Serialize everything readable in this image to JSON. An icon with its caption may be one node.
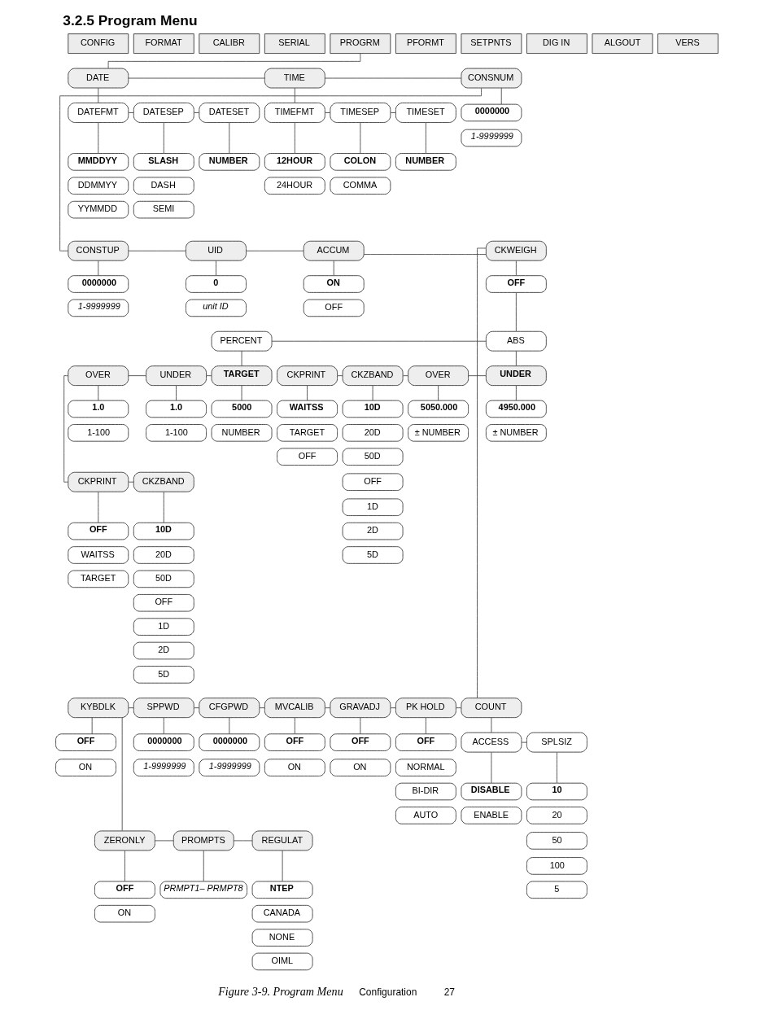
{
  "diagram": {
    "title": "3.2.5 Program Menu",
    "caption": "Figure 3-9. Program Menu",
    "nodes": [
      {
        "text": [
          "CONFIG"
        ]
      },
      {
        "text": [
          "FORMAT"
        ]
      },
      {
        "text": [
          "CALIBR"
        ]
      },
      {
        "text": [
          "SERIAL"
        ]
      },
      {
        "text": [
          "PROGRM"
        ]
      },
      {
        "text": [
          "PFORMT"
        ]
      },
      {
        "text": [
          "SETPNTS"
        ]
      },
      {
        "text": [
          "DIG IN"
        ]
      },
      {
        "text": [
          "ALGOUT"
        ]
      },
      {
        "text": [
          "VERS"
        ]
      },
      {
        "text": [
          "DATE"
        ]
      },
      {
        "text": [
          "TIME"
        ]
      },
      {
        "text": [
          "CONSNUM"
        ]
      },
      {
        "text": [
          "DATEFMT"
        ]
      },
      {
        "text": [
          "DATESEP"
        ]
      },
      {
        "text": [
          "DATESET"
        ]
      },
      {
        "text": [
          "TIMEFMT"
        ]
      },
      {
        "text": [
          "TIMESEP"
        ]
      },
      {
        "text": [
          "TIMESET"
        ]
      },
      {
        "text": [
          "0000000"
        ]
      },
      {
        "text": [
          "1-9999999"
        ]
      },
      {
        "text": [
          "MMDDYY"
        ]
      },
      {
        "text": [
          "DDMMYY"
        ]
      },
      {
        "text": [
          "YYMMDD"
        ]
      },
      {
        "text": [
          "SLASH"
        ]
      },
      {
        "text": [
          "DASH"
        ]
      },
      {
        "text": [
          "SEMI"
        ]
      },
      {
        "text": [
          "NUMBER"
        ]
      },
      {
        "text": [
          "12HOUR"
        ]
      },
      {
        "text": [
          "24HOUR"
        ]
      },
      {
        "text": [
          "COLON"
        ]
      },
      {
        "text": [
          "COMMA"
        ]
      },
      {
        "text": [
          "NUMBER"
        ]
      },
      {
        "text": [
          "CONSTUP"
        ]
      },
      {
        "text": [
          "UID"
        ]
      },
      {
        "text": [
          "ACCUM"
        ]
      },
      {
        "text": [
          "CKWEIGH"
        ]
      },
      {
        "text": [
          "0000000"
        ]
      },
      {
        "text": [
          "1-9999999"
        ]
      },
      {
        "text": [
          "0"
        ]
      },
      {
        "text": [
          "unit ID"
        ]
      },
      {
        "text": [
          "ON"
        ]
      },
      {
        "text": [
          "OFF"
        ]
      },
      {
        "text": [
          "OFF"
        ]
      },
      {
        "text": [
          "PERCENT"
        ]
      },
      {
        "text": [
          "ABS"
        ]
      },
      {
        "text": [
          "OVER"
        ]
      },
      {
        "text": [
          "UNDER"
        ]
      },
      {
        "text": [
          "TARGET"
        ]
      },
      {
        "text": [
          "CKPRINT"
        ]
      },
      {
        "text": [
          "CKZBAND"
        ]
      },
      {
        "text": [
          "OVER"
        ]
      },
      {
        "text": [
          "UNDER"
        ]
      },
      {
        "text": [
          "1.0"
        ]
      },
      {
        "text": [
          "1-100"
        ]
      },
      {
        "text": [
          "1.0"
        ]
      },
      {
        "text": [
          "1-100"
        ]
      },
      {
        "text": [
          "5000"
        ]
      },
      {
        "text": [
          "NUMBER"
        ]
      },
      {
        "text": [
          "WAITSS"
        ]
      },
      {
        "text": [
          "TARGET"
        ]
      },
      {
        "text": [
          "OFF"
        ]
      },
      {
        "text": [
          "10D"
        ]
      },
      {
        "text": [
          "20D"
        ]
      },
      {
        "text": [
          "50D"
        ]
      },
      {
        "text": [
          "OFF"
        ]
      },
      {
        "text": [
          "1D"
        ]
      },
      {
        "text": [
          "2D"
        ]
      },
      {
        "text": [
          "5D"
        ]
      },
      {
        "text": [
          "5050.000"
        ]
      },
      {
        "text": [
          "± NUMBER"
        ]
      },
      {
        "text": [
          "4950.000"
        ]
      },
      {
        "text": [
          "± NUMBER"
        ]
      },
      {
        "text": [
          "CKPRINT"
        ]
      },
      {
        "text": [
          "CKZBAND"
        ]
      },
      {
        "text": [
          "OFF"
        ]
      },
      {
        "text": [
          "WAITSS"
        ]
      },
      {
        "text": [
          "TARGET"
        ]
      },
      {
        "text": [
          "10D"
        ]
      },
      {
        "text": [
          "20D"
        ]
      },
      {
        "text": [
          "50D"
        ]
      },
      {
        "text": [
          "OFF"
        ]
      },
      {
        "text": [
          "1D"
        ]
      },
      {
        "text": [
          "2D"
        ]
      },
      {
        "text": [
          "5D"
        ]
      },
      {
        "text": [
          "KYBDLK"
        ]
      },
      {
        "text": [
          "SPPWD"
        ]
      },
      {
        "text": [
          "CFGPWD"
        ]
      },
      {
        "text": [
          "MVCALIB"
        ]
      },
      {
        "text": [
          "GRAVADJ"
        ]
      },
      {
        "text": [
          "PK HOLD"
        ]
      },
      {
        "text": [
          "COUNT"
        ]
      },
      {
        "text": [
          "OFF"
        ]
      },
      {
        "text": [
          "ON"
        ]
      },
      {
        "text": [
          "0000000"
        ]
      },
      {
        "text": [
          "1-9999999"
        ]
      },
      {
        "text": [
          "0000000"
        ]
      },
      {
        "text": [
          "1-9999999"
        ]
      },
      {
        "text": [
          "OFF"
        ]
      },
      {
        "text": [
          "ON"
        ]
      },
      {
        "text": [
          "OFF"
        ]
      },
      {
        "text": [
          "ON"
        ]
      },
      {
        "text": [
          "OFF"
        ]
      },
      {
        "text": [
          "NORMAL"
        ]
      },
      {
        "text": [
          "BI-DIR"
        ]
      },
      {
        "text": [
          "AUTO"
        ]
      },
      {
        "text": [
          "ACCESS"
        ]
      },
      {
        "text": [
          "SPLSIZ"
        ]
      },
      {
        "text": [
          "DISABLE"
        ]
      },
      {
        "text": [
          "ENABLE"
        ]
      },
      {
        "text": [
          "10"
        ]
      },
      {
        "text": [
          "20"
        ]
      },
      {
        "text": [
          "50"
        ]
      },
      {
        "text": [
          "100"
        ]
      },
      {
        "text": [
          "5"
        ]
      },
      {
        "text": [
          "ZERONLY"
        ]
      },
      {
        "text": [
          "PROMPTS"
        ]
      },
      {
        "text": [
          "REGULAT"
        ]
      },
      {
        "text": [
          "OFF"
        ]
      },
      {
        "text": [
          "ON"
        ]
      },
      {
        "text": [
          "PRMPT1– PRMPT8"
        ]
      },
      {
        "text": [
          "NTEP"
        ]
      },
      {
        "text": [
          "CANADA"
        ]
      },
      {
        "text": [
          "NONE"
        ]
      },
      {
        "text": [
          "OIML"
        ]
      }
    ],
    "edges": [
      {
        "from": 4,
        "to": 10,
        "arrow": "none"
      },
      {
        "from": 10,
        "to": 11,
        "arrow": "none"
      },
      {
        "from": 11,
        "to": 12,
        "arrow": "none"
      },
      {
        "from": 10,
        "to": 13,
        "arrow": "none"
      },
      {
        "from": 13,
        "to": 14,
        "arrow": "none"
      },
      {
        "from": 14,
        "to": 15,
        "arrow": "none"
      },
      {
        "from": 11,
        "to": 16,
        "arrow": "none"
      },
      {
        "from": 16,
        "to": 17,
        "arrow": "none"
      },
      {
        "from": 17,
        "to": 18,
        "arrow": "none"
      },
      {
        "from": 12,
        "to": 19,
        "arrow": "none"
      },
      {
        "from": 13,
        "to": 21,
        "arrow": "none"
      },
      {
        "from": 14,
        "to": 24,
        "arrow": "none"
      },
      {
        "from": 15,
        "to": 27,
        "arrow": "none"
      },
      {
        "from": 16,
        "to": 28,
        "arrow": "none"
      },
      {
        "from": 17,
        "to": 30,
        "arrow": "none"
      },
      {
        "from": 18,
        "to": 32,
        "arrow": "none"
      },
      {
        "from": 12,
        "to": 33,
        "arrow": "none"
      },
      {
        "from": 33,
        "to": 34,
        "arrow": "none"
      },
      {
        "from": 34,
        "to": 35,
        "arrow": "none"
      },
      {
        "from": 35,
        "to": 36,
        "arrow": "none"
      },
      {
        "from": 33,
        "to": 37,
        "arrow": "none"
      },
      {
        "from": 34,
        "to": 39,
        "arrow": "none"
      },
      {
        "from": 35,
        "to": 41,
        "arrow": "none"
      },
      {
        "from": 36,
        "to": 43,
        "arrow": "none"
      },
      {
        "from": 43,
        "to": 45,
        "arrow": "none"
      },
      {
        "from": 44,
        "to": 45,
        "arrow": "none"
      },
      {
        "from": 44,
        "to": 48,
        "arrow": "none"
      },
      {
        "from": 46,
        "to": 47,
        "arrow": "none"
      },
      {
        "from": 47,
        "to": 48,
        "arrow": "none"
      },
      {
        "from": 45,
        "to": 52,
        "arrow": "none"
      },
      {
        "from": 49,
        "to": 50,
        "arrow": "none"
      },
      {
        "from": 50,
        "to": 51,
        "arrow": "none"
      },
      {
        "from": 51,
        "to": 52,
        "arrow": "none"
      },
      {
        "from": 46,
        "to": 53,
        "arrow": "none"
      },
      {
        "from": 47,
        "to": 55,
        "arrow": "none"
      },
      {
        "from": 48,
        "to": 57,
        "arrow": "none"
      },
      {
        "from": 49,
        "to": 59,
        "arrow": "none"
      },
      {
        "from": 50,
        "to": 62,
        "arrow": "none"
      },
      {
        "from": 51,
        "to": 69,
        "arrow": "none"
      },
      {
        "from": 52,
        "to": 71,
        "arrow": "none"
      },
      {
        "from": 46,
        "to": 73,
        "arrow": "none"
      },
      {
        "from": 73,
        "to": 74,
        "arrow": "none"
      },
      {
        "from": 73,
        "to": 75,
        "arrow": "none"
      },
      {
        "from": 74,
        "to": 78,
        "arrow": "none"
      },
      {
        "from": 36,
        "to": 91,
        "arrow": "none"
      },
      {
        "from": 85,
        "to": 86,
        "arrow": "none"
      },
      {
        "from": 86,
        "to": 87,
        "arrow": "none"
      },
      {
        "from": 87,
        "to": 88,
        "arrow": "none"
      },
      {
        "from": 88,
        "to": 89,
        "arrow": "none"
      },
      {
        "from": 89,
        "to": 90,
        "arrow": "none"
      },
      {
        "from": 90,
        "to": 91,
        "arrow": "none"
      },
      {
        "from": 85,
        "to": 92,
        "arrow": "none"
      },
      {
        "from": 86,
        "to": 94,
        "arrow": "none"
      },
      {
        "from": 87,
        "to": 96,
        "arrow": "none"
      },
      {
        "from": 88,
        "to": 98,
        "arrow": "none"
      },
      {
        "from": 89,
        "to": 100,
        "arrow": "none"
      },
      {
        "from": 90,
        "to": 102,
        "arrow": "none"
      },
      {
        "from": 91,
        "to": 106,
        "arrow": "none"
      },
      {
        "from": 106,
        "to": 107,
        "arrow": "none"
      },
      {
        "from": 106,
        "to": 108,
        "arrow": "none"
      },
      {
        "from": 107,
        "to": 110,
        "arrow": "none"
      },
      {
        "from": 85,
        "to": 115,
        "arrow": "none"
      },
      {
        "from": 115,
        "to": 116,
        "arrow": "none"
      },
      {
        "from": 116,
        "to": 117,
        "arrow": "none"
      },
      {
        "from": 115,
        "to": 118,
        "arrow": "none"
      },
      {
        "from": 116,
        "to": 120,
        "arrow": "none"
      },
      {
        "from": 117,
        "to": 121,
        "arrow": "none"
      }
    ],
    "labels": [
      "Configuration",
      "27"
    ]
  }
}
